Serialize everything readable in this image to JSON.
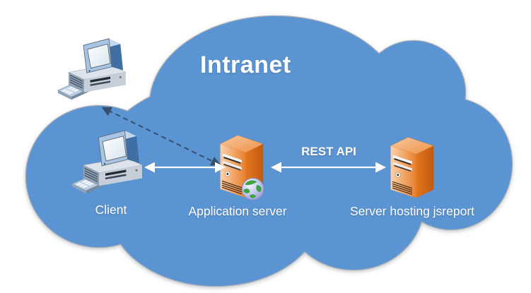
{
  "title": "Intranet",
  "nodes": {
    "external_client": {
      "icon": "desktop-computer-icon"
    },
    "client": {
      "label": "Client",
      "icon": "desktop-computer-icon"
    },
    "app_server": {
      "label": "Application server",
      "icon": "server-tower-icon-with-globe"
    },
    "jsreport_server": {
      "label": "Server hosting jsreport",
      "icon": "server-tower-icon"
    }
  },
  "edges": {
    "client_app": {
      "type": "bidirectional-solid-arrow"
    },
    "app_jsreport": {
      "type": "bidirectional-solid-arrow",
      "label": "REST API"
    },
    "app_external": {
      "type": "bidirectional-dashed-arrow"
    }
  },
  "colors": {
    "cloud_blue": "#5B94D2",
    "cloud_outline": "#A8AEB5",
    "label_text": "#FFFFFF",
    "server_orange": "#E8802C",
    "solid_arrow": "#FFFFFF",
    "dashed_arrow": "#34516C",
    "background": "#FFFFFF"
  }
}
